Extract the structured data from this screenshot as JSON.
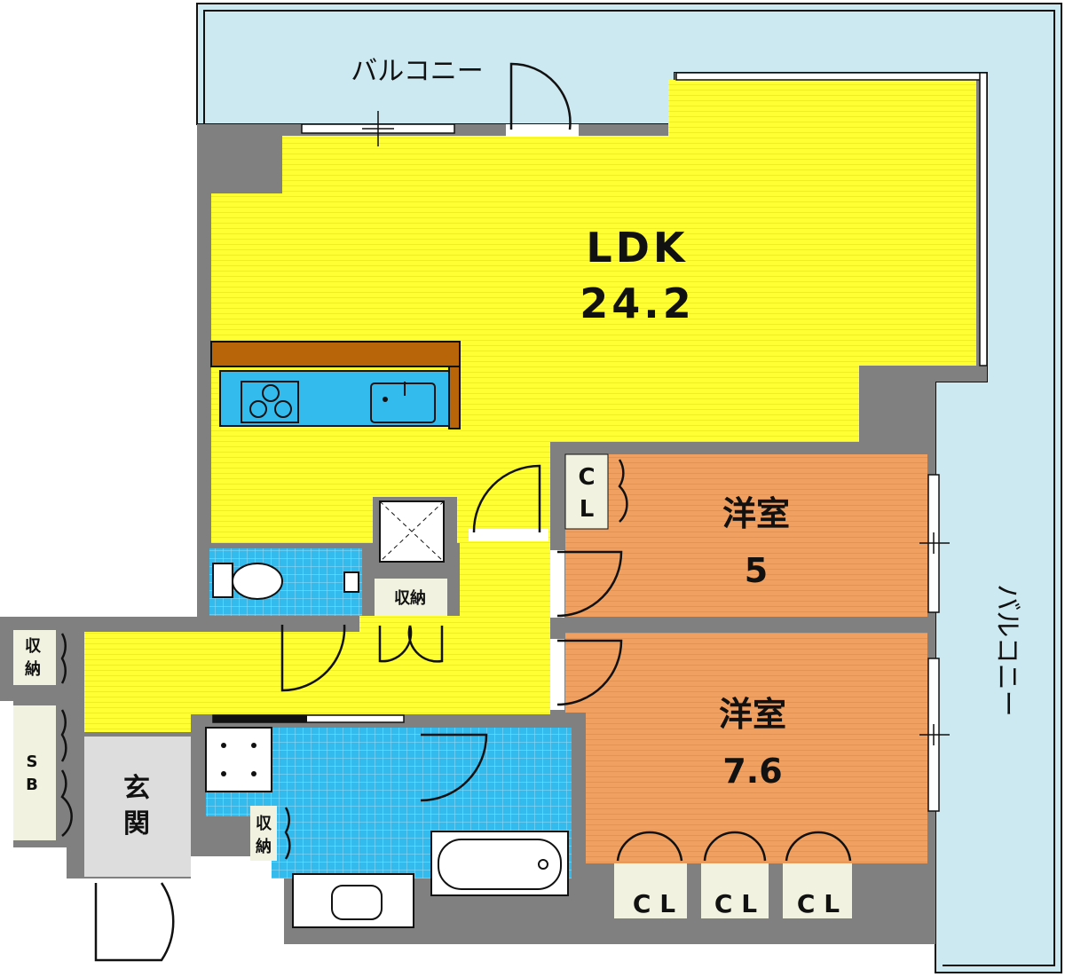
{
  "rooms": {
    "ldk": {
      "name": "LDK",
      "size": "24.2"
    },
    "western1": {
      "name": "洋室",
      "size": "5"
    },
    "western2": {
      "name": "洋室",
      "size": "7.6"
    },
    "entrance": {
      "name_top": "玄",
      "name_bottom": "関"
    }
  },
  "balcony": {
    "top_label": "バルコニー",
    "right_label": "バルコニー"
  },
  "storage": {
    "hall_storage": "収納",
    "left_storage_top": "収",
    "left_storage_bottom": "納",
    "wash_storage_top": "収",
    "wash_storage_bottom": "納",
    "shoe_box_top": "S",
    "shoe_box_bottom": "B"
  },
  "closets": {
    "western1_cl_top": "C",
    "western1_cl_bottom": "L",
    "western2_cl_1": "C L",
    "western2_cl_2": "C L",
    "western2_cl_3": "C L"
  },
  "colors": {
    "wall": "#808080",
    "balcony": "#cce8f0",
    "ldk": "#ffff33",
    "western": "#f0a060",
    "wet": "#33bbee",
    "entrance": "#dddddd",
    "storage": "#f2f2e0",
    "counter": "#b8650a"
  }
}
